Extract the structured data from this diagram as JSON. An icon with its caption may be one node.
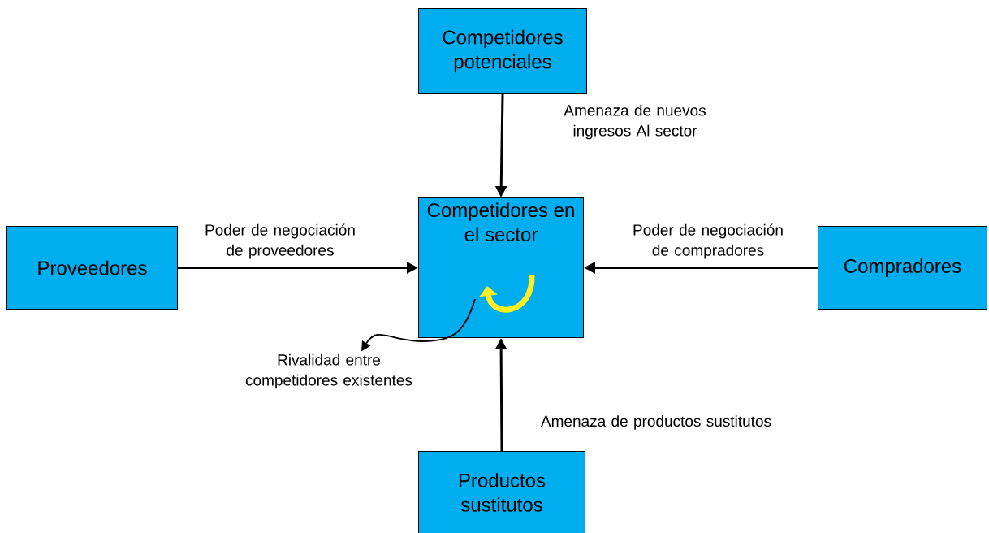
{
  "diagram": {
    "nodes": [
      {
        "text": [
          "Competidores potenciales"
        ]
      },
      {
        "text": [
          "Proveedores"
        ]
      },
      {
        "text": [
          "Competidores en el sector"
        ]
      },
      {
        "text": [
          "Compradores"
        ]
      },
      {
        "text": [
          "Productos sustitutos"
        ]
      },
      {
        "text": [
          "Rivalidad entre competidores existentes"
        ]
      }
    ],
    "edges": [
      {
        "from": 0,
        "to": 2,
        "arrow": "to",
        "label": "Amenaza de nuevos ingresos Al sector"
      },
      {
        "from": 1,
        "to": 2,
        "arrow": "to",
        "label": "Poder de negociación de proveedores"
      },
      {
        "from": 3,
        "to": 2,
        "arrow": "to",
        "label": "Poder de negociación de compradores"
      },
      {
        "from": 4,
        "to": 2,
        "arrow": "to",
        "label": "Amenaza de productos sustitutos"
      },
      {
        "from": 2,
        "to": 5,
        "arrow": "to"
      }
    ]
  }
}
